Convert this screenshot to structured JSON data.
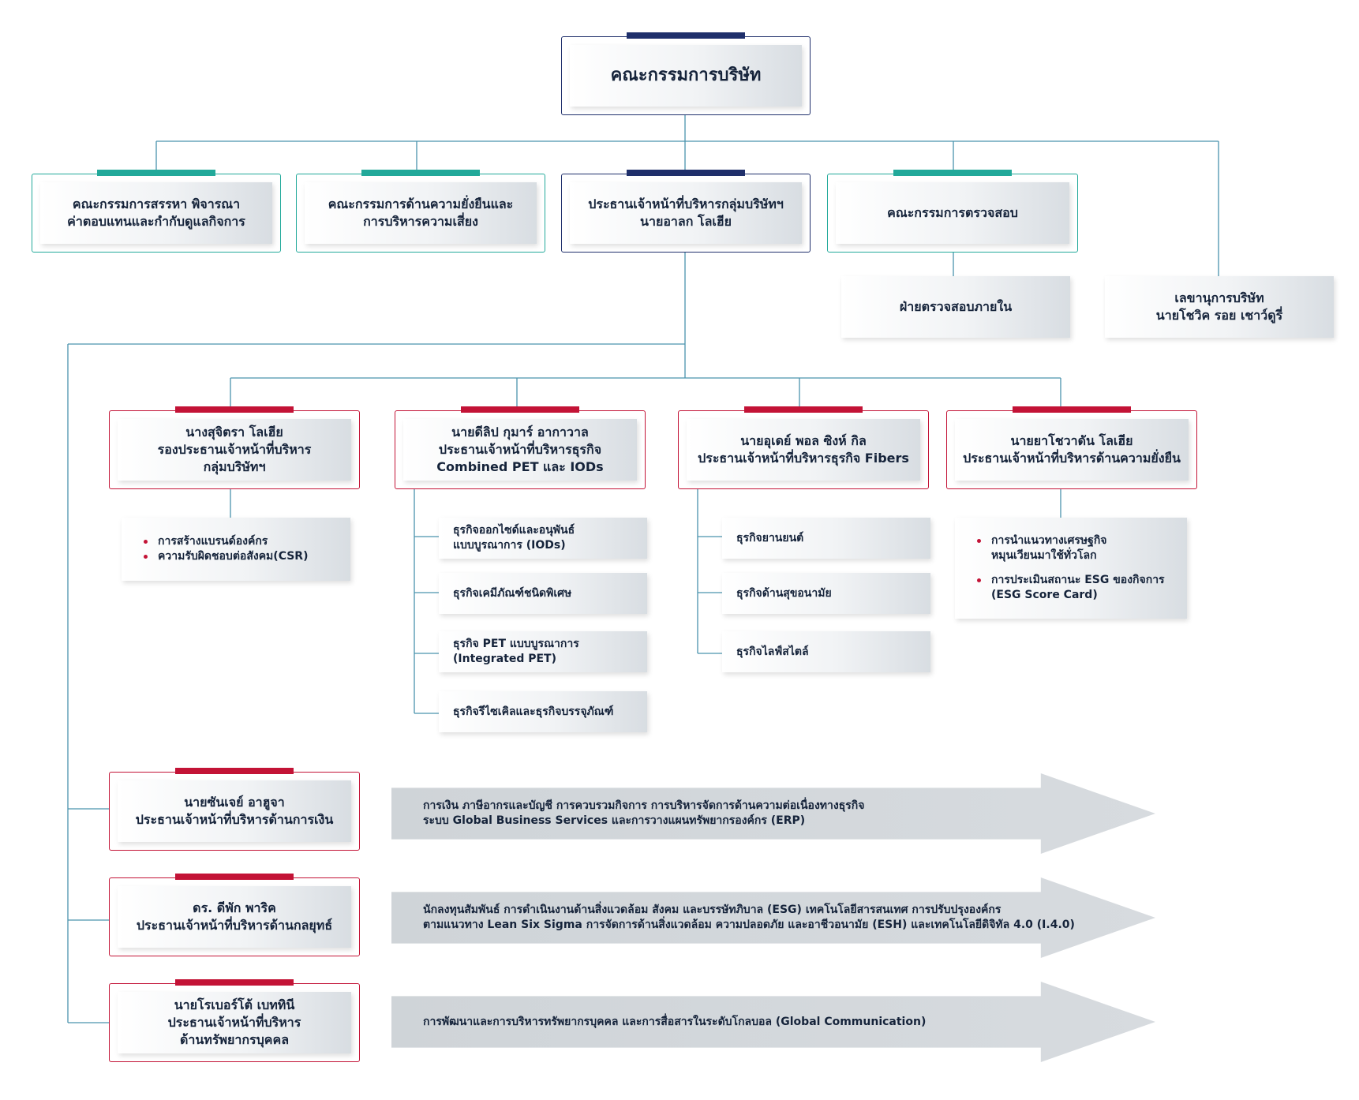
{
  "board": {
    "line1": "คณะกรรมการบริษัท"
  },
  "committees": {
    "nomination": {
      "line1": "คณะกรรมการสรรหา พิจารณา",
      "line2": "ค่าตอบแทนและกำกับดูแลกิจการ"
    },
    "sustainability": {
      "line1": "คณะกรรมการด้านความยั่งยืนและ",
      "line2": "การบริหารความเสี่ยง"
    },
    "group_ceo": {
      "line1": "ประธานเจ้าหน้าที่บริหารกลุ่มบริษัทฯ",
      "line2": "นายอาลก โลเฮีย"
    },
    "audit": {
      "line1": "คณะกรรมการตรวจสอบ"
    }
  },
  "internal_audit": {
    "line1": "ฝ่ายตรวจสอบภายใน"
  },
  "secretary": {
    "line1": "เลขานุการบริษัท",
    "line2": "นายโชวิค รอย เชาว์ดูรี่"
  },
  "executives": {
    "vice_ceo": {
      "line1": "นางสุจิตรา โลเฮีย",
      "line2": "รองประธานเจ้าหน้าที่บริหาร",
      "line3": "กลุ่มบริษัทฯ"
    },
    "pet_ceo": {
      "line1": "นายดีลิป กุมาร์ อากาวาล",
      "line2": "ประธานเจ้าหน้าที่บริหารธุรกิจ",
      "line3": "Combined PET และ IODs"
    },
    "fibers_ceo": {
      "line1": "นายอุเดย์ พอล ซิงห์ กิล",
      "line2": "ประธานเจ้าหน้าที่บริหารธุรกิจ Fibers"
    },
    "sustain_ceo": {
      "line1": "นายยาโชวาดัน โลเฮีย",
      "line2": "ประธานเจ้าหน้าที่บริหารด้านความยั่งยืน"
    }
  },
  "vice_ceo_items": [
    "การสร้างแบรนด์องค์กร",
    "ความรับผิดชอบต่อสังคม(CSR)"
  ],
  "pet_items": [
    {
      "line1": "ธุรกิจออกไซด์และอนุพันธ์",
      "line2": "แบบบูรณาการ (IODs)"
    },
    {
      "line1": "ธุรกิจเคมีภัณฑ์ชนิดพิเศษ",
      "line2": ""
    },
    {
      "line1": "ธุรกิจ PET แบบบูรณาการ",
      "line2": "(Integrated PET)"
    },
    {
      "line1": "ธุรกิจรีไซเคิลและธุรกิจบรรจุภัณฑ์",
      "line2": ""
    }
  ],
  "fibers_items": [
    "ธุรกิจยานยนต์",
    "ธุรกิจด้านสุขอนามัย",
    "ธุรกิจไลฟ์สไตล์"
  ],
  "sustain_items": [
    {
      "line1": "การนำแนวทางเศรษฐกิจ",
      "line2": "หมุนเวียนมาใช้ทั่วโลก"
    },
    {
      "line1": "การประเมินสถานะ ESG ของกิจการ",
      "line2": "(ESG Score Card)"
    }
  ],
  "functional": [
    {
      "line1": "นายซันเจย์ อาฮูจา",
      "line2": "ประธานเจ้าหน้าที่บริหารด้านการเงิน",
      "line3": "",
      "desc1": "การเงิน ภาษีอากรและบัญชี การควบรวมกิจการ การบริหารจัดการด้านความต่อเนื่องทางธุรกิจ",
      "desc2": "ระบบ Global Business Services และการวางแผนทรัพยากรองค์กร (ERP)"
    },
    {
      "line1": "ดร. ดีพัก พาริค",
      "line2": "ประธานเจ้าหน้าที่บริหารด้านกลยุทธ์",
      "line3": "",
      "desc1": "นักลงทุนสัมพันธ์ การดำเนินงานด้านสิ่งแวดล้อม สังคม และบรรษัทภิบาล (ESG) เทคโนโลยีสารสนเทศ การปรับปรุงองค์กร",
      "desc2": "ตามแนวทาง Lean Six Sigma การจัดการด้านสิ่งแวดล้อม ความปลอดภัย และอาชีวอนามัย (ESH) และเทคโนโลยีดิจิทัล 4.0 (I.4.0)"
    },
    {
      "line1": "นายโรเบอร์โต้ เบททินี",
      "line2": "ประธานเจ้าหน้าที่บริหาร",
      "line3": "ด้านทรัพยากรบุคคล",
      "desc1": "การพัฒนาและการบริหารทรัพยากรบุคคล และการสื่อสารในระดับโกลบอล (Global Communication)",
      "desc2": ""
    }
  ],
  "colors": {
    "navy": "#1f2f6b",
    "teal": "#22a99a",
    "red": "#c31336",
    "connector": "#4a93ad",
    "arrow": "#d3d8dc"
  }
}
